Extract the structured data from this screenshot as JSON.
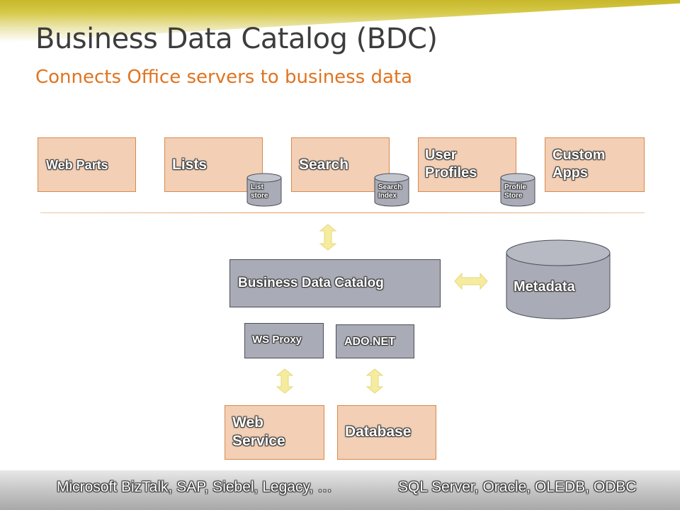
{
  "header": {
    "title": "Business Data Catalog (BDC)",
    "subtitle": "Connects Office servers to business data"
  },
  "top_boxes": [
    {
      "label_line1": "Web Parts",
      "label_line2": ""
    },
    {
      "label_line1": "Lists",
      "label_line2": ""
    },
    {
      "label_line1": "Search",
      "label_line2": ""
    },
    {
      "label_line1": "User",
      "label_line2": "Profiles"
    },
    {
      "label_line1": "Custom",
      "label_line2": "Apps"
    }
  ],
  "stores": [
    {
      "line1": "List",
      "line2": "store"
    },
    {
      "line1": "Search",
      "line2": "Index"
    },
    {
      "line1": "Profile",
      "line2": "Store"
    }
  ],
  "bdc": {
    "label": "Business Data Catalog"
  },
  "metadata": {
    "label": "Metadata"
  },
  "adapters": {
    "ws_proxy": "WS Proxy",
    "ado_net": "ADO.NET"
  },
  "sources": {
    "web_service_line1": "Web",
    "web_service_line2": "Service",
    "database": "Database"
  },
  "footer": {
    "left": "Microsoft BizTalk, SAP, Siebel, Legacy, …",
    "right": "SQL Server, Oracle, OLEDB, ODBC"
  },
  "colors": {
    "title": "#3d3d3d",
    "subtitle": "#e07420",
    "box_fill": "#f2cfb5",
    "box_border": "#d88a4e",
    "gray_box": "#a9acb6",
    "arrow": "#f5eca0"
  }
}
